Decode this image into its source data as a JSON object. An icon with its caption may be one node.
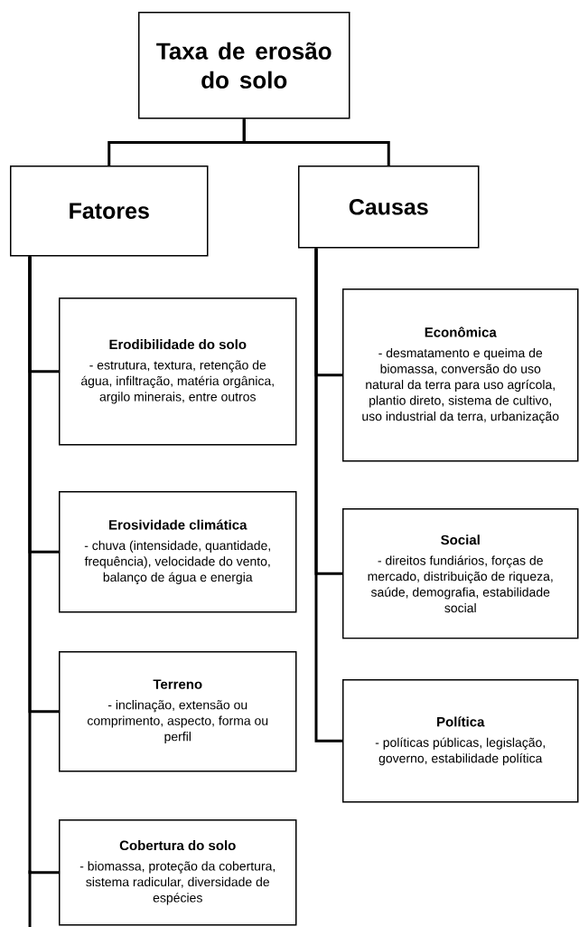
{
  "diagram": {
    "nodes": [
      {
        "text": [
          "Taxa de erosão do solo"
        ]
      },
      {
        "text": [
          "Fatores"
        ]
      },
      {
        "text": [
          "Causas"
        ]
      },
      {
        "text": [
          "Erodibilidade do solo",
          "- estrutura, textura, retenção de água, infiltração, matéria orgânica, argilo minerais, entre outros"
        ]
      },
      {
        "text": [
          "Erosividade climática",
          "- chuva (intensidade, quantidade, frequência), velocidade do vento, balanço de água e energia"
        ]
      },
      {
        "text": [
          "Terreno",
          "- inclinação, extensão ou comprimento, aspecto, forma ou perfil"
        ]
      },
      {
        "text": [
          "Cobertura do solo",
          "- biomassa, proteção da cobertura, sistema radicular, diversidade de espécies"
        ]
      },
      {
        "text": [
          "Econômica",
          "- desmatamento e queima de biomassa, conversão do uso natural da terra para uso agrícola, plantio direto, sistema de cultivo, uso industrial da terra, urbanização"
        ]
      },
      {
        "text": [
          "Social",
          "- direitos fundiários, forças de mercado, distribuição de riqueza, saúde, demografia, estabilidade social"
        ]
      },
      {
        "text": [
          "Política",
          "- políticas públicas, legislação, governo, estabilidade política"
        ]
      }
    ],
    "edges": [
      {
        "from": 0,
        "to": 1,
        "arrow": "none"
      },
      {
        "from": 0,
        "to": 2,
        "arrow": "none"
      },
      {
        "from": 1,
        "to": 3,
        "arrow": "none"
      },
      {
        "from": 1,
        "to": 4,
        "arrow": "none"
      },
      {
        "from": 1,
        "to": 5,
        "arrow": "none"
      },
      {
        "from": 1,
        "to": 6,
        "arrow": "none"
      },
      {
        "from": 2,
        "to": 7,
        "arrow": "none"
      },
      {
        "from": 2,
        "to": 8,
        "arrow": "none"
      },
      {
        "from": 2,
        "to": 9,
        "arrow": "none"
      }
    ]
  }
}
